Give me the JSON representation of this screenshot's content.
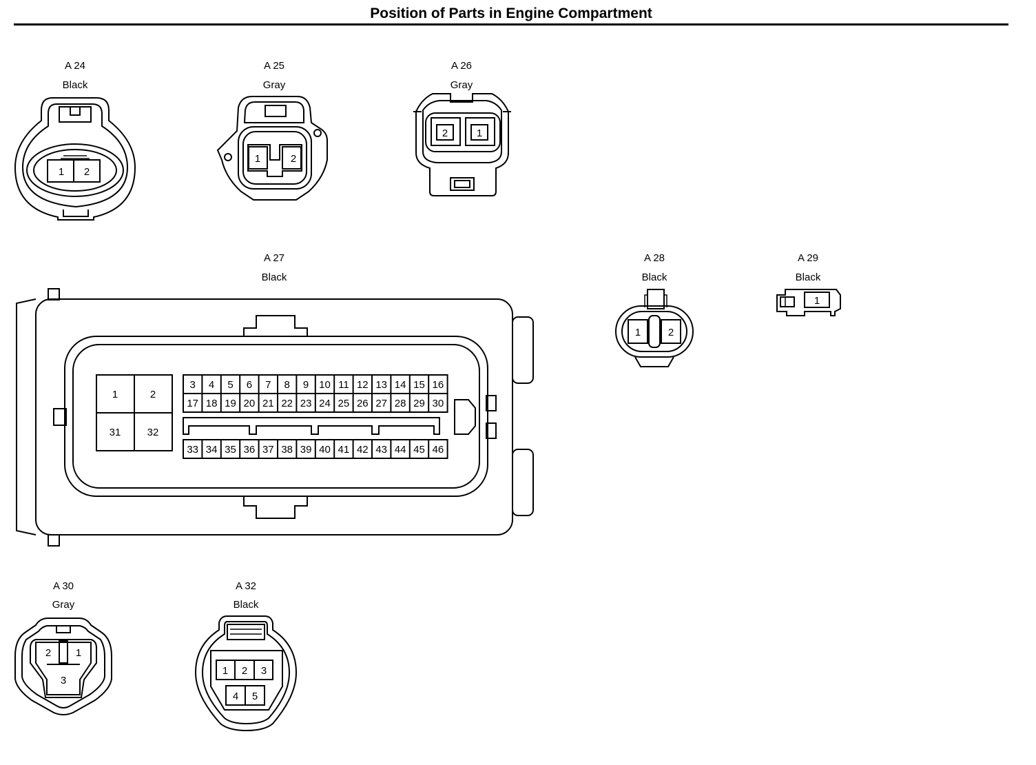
{
  "page": {
    "title": "Position of Parts in Engine Compartment"
  },
  "connectors": {
    "a24": {
      "id": "A 24",
      "color": "Black",
      "pins": [
        "1",
        "2"
      ]
    },
    "a25": {
      "id": "A 25",
      "color": "Gray",
      "pins": [
        "1",
        "2"
      ]
    },
    "a26": {
      "id": "A 26",
      "color": "Gray",
      "pins": [
        "2",
        "1"
      ]
    },
    "a27": {
      "id": "A 27",
      "color": "Black",
      "big_pins": [
        "1",
        "2",
        "31",
        "32"
      ],
      "row1": [
        "3",
        "4",
        "5",
        "6",
        "7",
        "8",
        "9",
        "10",
        "11",
        "12",
        "13",
        "14",
        "15",
        "16"
      ],
      "row2": [
        "17",
        "18",
        "19",
        "20",
        "21",
        "22",
        "23",
        "24",
        "25",
        "26",
        "27",
        "28",
        "29",
        "30"
      ],
      "row3": [
        "33",
        "34",
        "35",
        "36",
        "37",
        "38",
        "39",
        "40",
        "41",
        "42",
        "43",
        "44",
        "45",
        "46"
      ]
    },
    "a28": {
      "id": "A 28",
      "color": "Black",
      "pins": [
        "1",
        "2"
      ]
    },
    "a29": {
      "id": "A 29",
      "color": "Black",
      "pins": [
        "1"
      ]
    },
    "a30": {
      "id": "A 30",
      "color": "Gray",
      "pins": [
        "2",
        "1",
        "3"
      ]
    },
    "a32": {
      "id": "A 32",
      "color": "Black",
      "pins": [
        "1",
        "2",
        "3",
        "4",
        "5"
      ]
    }
  }
}
